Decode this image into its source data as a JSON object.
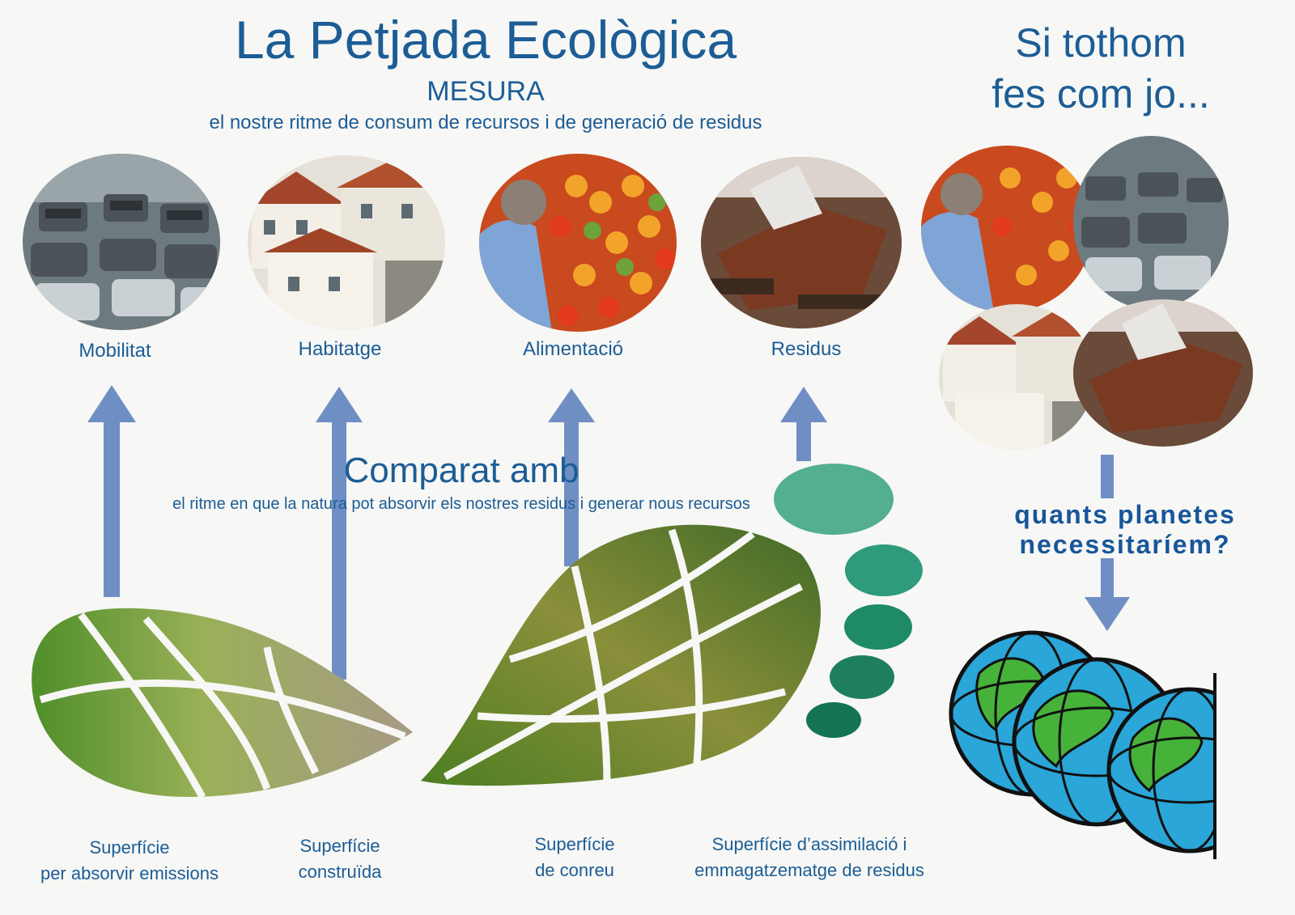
{
  "header": {
    "title": "La Petjada Ecològica",
    "measure_label": "MESURA",
    "measure_description": "el nostre ritme de consum de recursos i de generació de residus",
    "what_if_line1": "Si tothom",
    "what_if_line2": "fes com jo..."
  },
  "categories": [
    {
      "label": "Mobilitat",
      "icon": "traffic-photo"
    },
    {
      "label": "Habitatge",
      "icon": "houses-photo"
    },
    {
      "label": "Alimentació",
      "icon": "market-photo"
    },
    {
      "label": "Residus",
      "icon": "waste-photo"
    }
  ],
  "comparison": {
    "title": "Comparat amb",
    "description": "el ritme en que la natura pot absorvir els nostres residus i generar nous recursos"
  },
  "planets": {
    "question_line1": "quants planetes",
    "question_line2": "necessitaríem?"
  },
  "surfaces": [
    {
      "line1": "Superfície",
      "line2": "per absorvir emissions"
    },
    {
      "line1": "Superfície",
      "line2": "construïda"
    },
    {
      "line1": "Superfície",
      "line2": "de conreu"
    },
    {
      "line1": "Superfície d’assimilació i",
      "line2": "emmagatzematge de residus"
    }
  ],
  "colors": {
    "title_blue": "#1c5d96",
    "arrow_blue": "#6f8fc4",
    "leaf_green": "#3f7a2d",
    "toe_teal": "#2e9a7a",
    "globe_ocean": "#2aa6d8",
    "globe_land": "#47b23a"
  }
}
